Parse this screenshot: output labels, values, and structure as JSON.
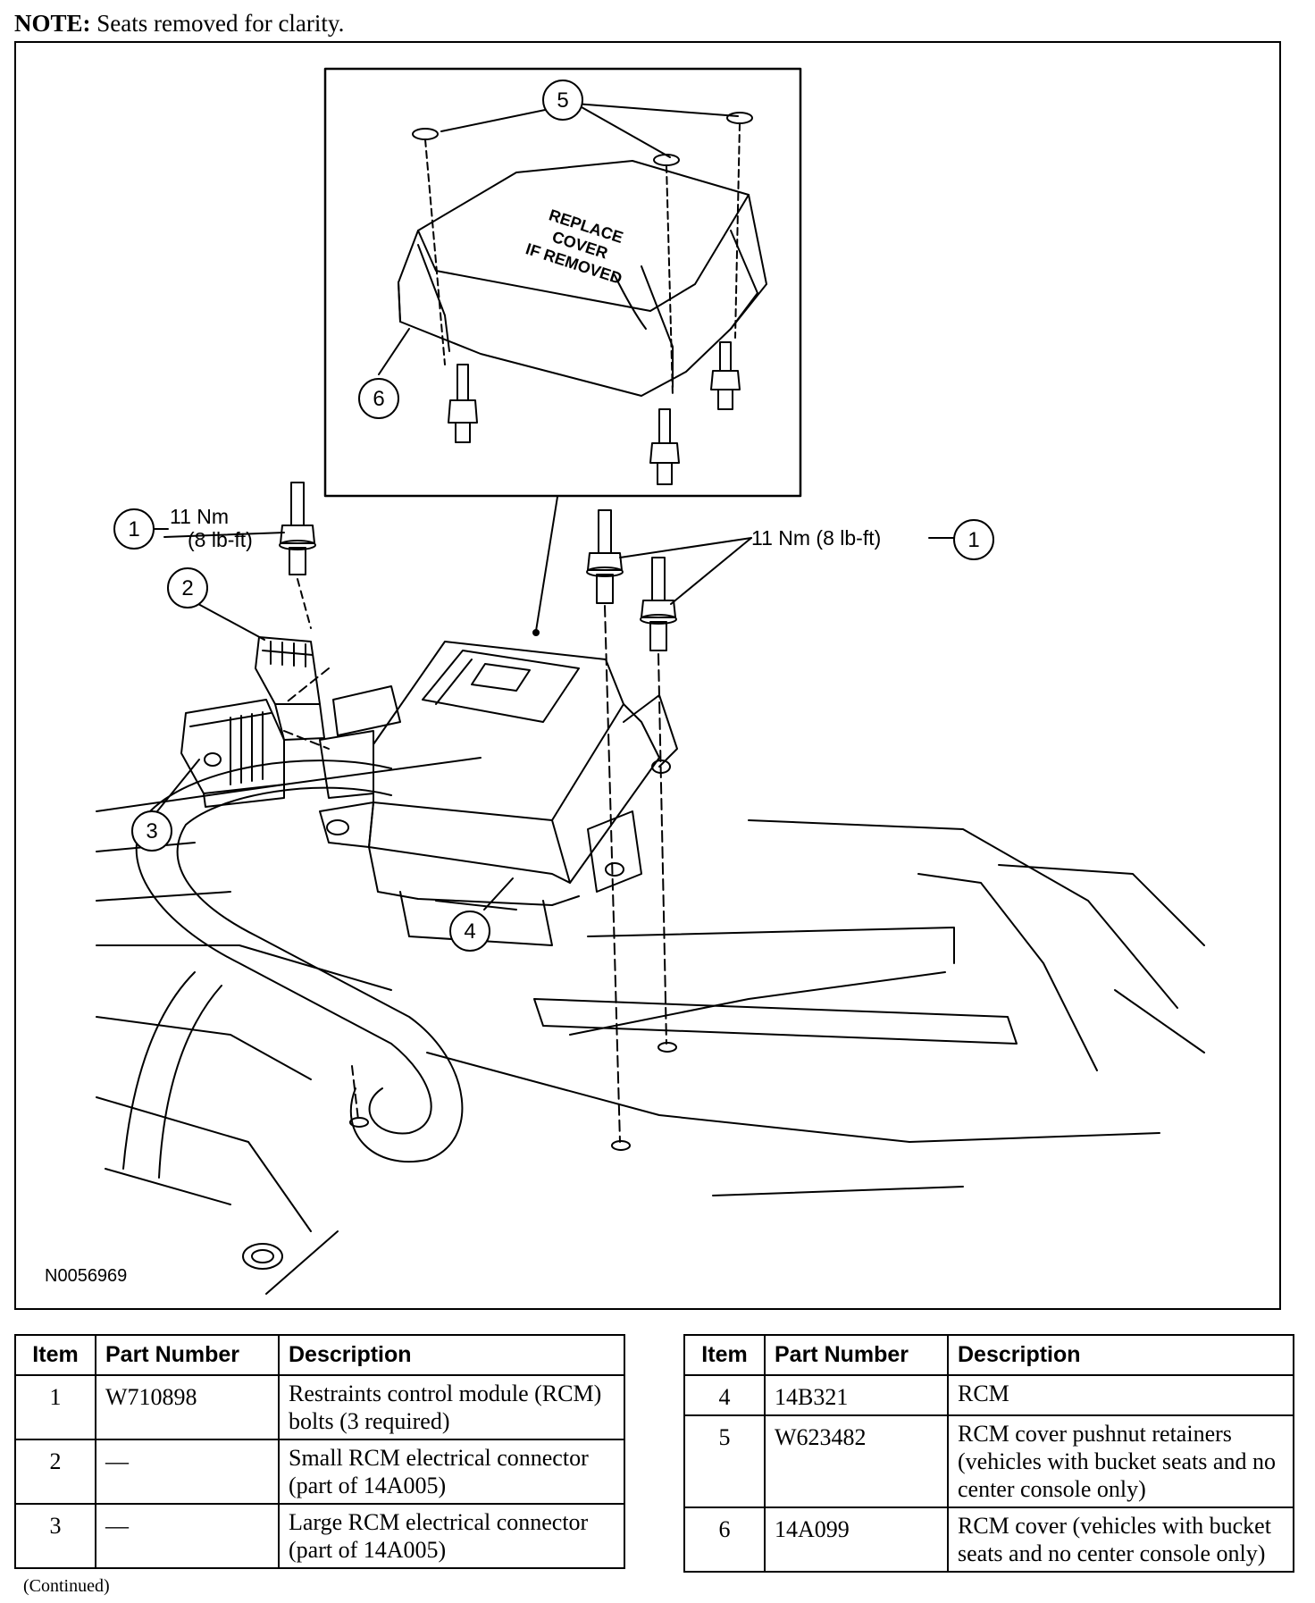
{
  "note": {
    "label": "NOTE:",
    "text": " Seats removed for clarity."
  },
  "figure": {
    "id_code": "N0056969",
    "cover_text": [
      "REPLACE",
      "COVER",
      "IF REMOVED"
    ],
    "callouts": {
      "c1_left": "1",
      "c1_right": "1",
      "c2": "2",
      "c3": "3",
      "c4": "4",
      "c5": "5",
      "c6": "6"
    },
    "torque_left_line1": "11 Nm",
    "torque_left_line2": "(8 lb-ft)",
    "torque_right": "11 Nm (8 lb-ft)"
  },
  "table_headers": {
    "item": "Item",
    "part_number": "Part Number",
    "description": "Description"
  },
  "table_left": [
    {
      "item": "1",
      "part_number": "W710898",
      "description": "Restraints control module (RCM) bolts (3 required)"
    },
    {
      "item": "2",
      "part_number": "—",
      "description": "Small RCM electrical connector (part of 14A005)"
    },
    {
      "item": "3",
      "part_number": "—",
      "description": "Large RCM electrical connector (part of 14A005)"
    }
  ],
  "table_right": [
    {
      "item": "4",
      "part_number": "14B321",
      "description": "RCM"
    },
    {
      "item": "5",
      "part_number": "W623482",
      "description": "RCM cover pushnut retainers (vehicles with bucket seats and no center console only)"
    },
    {
      "item": "6",
      "part_number": "14A099",
      "description": "RCM cover (vehicles with bucket seats and no center console only)"
    }
  ],
  "continued": "(Continued)"
}
